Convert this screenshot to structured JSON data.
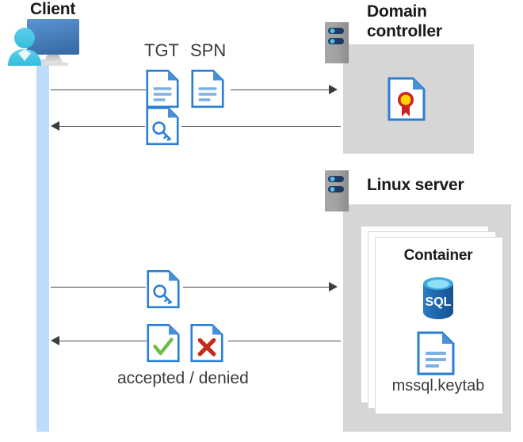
{
  "diagram": {
    "title": "Kerberos authentication flow between client, domain controller and SQL Server container on Linux",
    "background_color": "#ffffff"
  },
  "actors": {
    "client": {
      "label": "Client",
      "icon": "client-workstation-icon",
      "lifeline_color": "#bedcfa",
      "monitor_color": "#4f86c6",
      "person_color": "#4ec3e0"
    },
    "domain_controller": {
      "label_line1": "Domain",
      "label_line2": "controller",
      "icon": "server-icon",
      "box_color": "#d6d6d6",
      "contents": [
        {
          "name": "certificate-icon",
          "label": ""
        }
      ]
    },
    "linux_server": {
      "label": "Linux server",
      "icon": "server-icon",
      "box_color": "#d6d6d6",
      "container": {
        "title": "Container",
        "stack_count": 3,
        "items": [
          {
            "name": "sql-database-icon",
            "label": "SQL"
          },
          {
            "name": "keytab-file-icon",
            "label": "mssql.keytab"
          }
        ]
      }
    }
  },
  "messages": [
    {
      "id": "msg-1",
      "direction": "right",
      "from": "client",
      "to": "domain_controller",
      "icons": [
        {
          "name": "tgt-document-icon",
          "label": "TGT"
        },
        {
          "name": "spn-document-icon",
          "label": "SPN"
        }
      ],
      "caption": ""
    },
    {
      "id": "msg-2",
      "direction": "left",
      "from": "domain_controller",
      "to": "client",
      "icons": [
        {
          "name": "service-ticket-icon",
          "label": ""
        }
      ],
      "caption": ""
    },
    {
      "id": "msg-3",
      "direction": "right",
      "from": "client",
      "to": "linux_server",
      "icons": [
        {
          "name": "service-ticket-icon",
          "label": ""
        }
      ],
      "caption": ""
    },
    {
      "id": "msg-4",
      "direction": "left",
      "from": "linux_server",
      "to": "client",
      "icons": [
        {
          "name": "accepted-document-icon",
          "label": ""
        },
        {
          "name": "denied-document-icon",
          "label": ""
        }
      ],
      "caption": "accepted / denied"
    }
  ],
  "labels": {
    "tgt": "TGT",
    "spn": "SPN",
    "accepted_denied": "accepted / denied",
    "container": "Container",
    "keytab": "mssql.keytab",
    "sql": "SQL",
    "client": "Client",
    "domain_line1": "Domain",
    "domain_line2": "controller",
    "linux_server": "Linux server"
  },
  "colors": {
    "doc_border": "#2a7fd4",
    "doc_fold": "#4a90d9",
    "doc_lines": "#7bb0e4",
    "arrow": "#3c3c3c",
    "box_gray": "#d6d6d6",
    "server_gray": "#9a9a9a",
    "server_bar": "#1f3864",
    "server_dot": "#4ec3e0",
    "sql_blue": "#1f6eb5",
    "sql_top": "#5bc8ef",
    "check_green": "#6cbe45",
    "cross_red": "#c42b1c",
    "seal_red": "#cc2222",
    "seal_yellow": "#ffd400",
    "text_dark": "#1a1a1a",
    "lifeline": "#bedcfa"
  }
}
